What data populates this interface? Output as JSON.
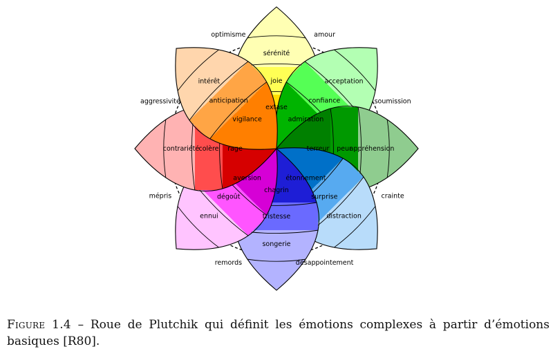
{
  "wheel": {
    "petals": [
      {
        "id": "joy",
        "labels": [
          "extase",
          "joie",
          "sérénité"
        ],
        "colors": [
          "#ffde00",
          "#ffff55",
          "#ffffb3"
        ]
      },
      {
        "id": "trust",
        "labels": [
          "admiration",
          "confiance",
          "acceptation"
        ],
        "colors": [
          "#00b400",
          "#55ff55",
          "#b3ffb3"
        ]
      },
      {
        "id": "fear",
        "labels": [
          "terreur",
          "peur",
          "appréhension"
        ],
        "colors": [
          "#008000",
          "#009900",
          "#8fcc8f"
        ]
      },
      {
        "id": "surprise",
        "labels": [
          "étonnement",
          "surprise",
          "distraction"
        ],
        "colors": [
          "#0070c8",
          "#57aaf0",
          "#b8dcfa"
        ]
      },
      {
        "id": "sadness",
        "labels": [
          "chagrin",
          "tristesse",
          "songerie"
        ],
        "colors": [
          "#1e1ed6",
          "#6a6aff",
          "#b3b3ff"
        ]
      },
      {
        "id": "disgust",
        "labels": [
          "aversion",
          "dégoût",
          "ennui"
        ],
        "colors": [
          "#d600d6",
          "#ff55ff",
          "#ffc4ff"
        ]
      },
      {
        "id": "anger",
        "labels": [
          "rage",
          "colère",
          "contrariété"
        ],
        "colors": [
          "#d60000",
          "#ff4d4d",
          "#ffb3b3"
        ]
      },
      {
        "id": "anticipation",
        "labels": [
          "vigilance",
          "anticipation",
          "intérêt"
        ],
        "colors": [
          "#ff7f00",
          "#ffa545",
          "#ffd6ad"
        ]
      }
    ],
    "dyads": [
      "amour",
      "soumission",
      "crainte",
      "désappointement",
      "remords",
      "mépris",
      "aggressivité",
      "optimisme"
    ]
  },
  "caption": {
    "figure_label": "Figure 1.4",
    "text": " – Roue de Plutchik qui définit les émotions complexes à partir d’émotions basiques [R80]."
  }
}
